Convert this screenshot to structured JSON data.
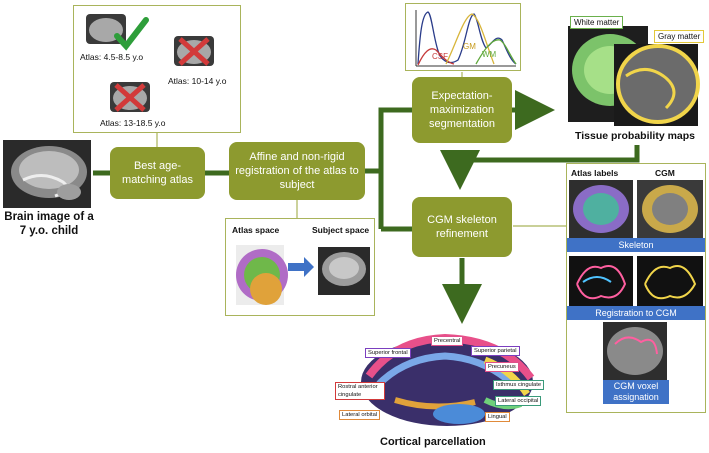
{
  "nodes": {
    "best_atlas": "Best age-matching atlas",
    "registration": "Affine and non-rigid registration of the atlas to subject",
    "em": "Expectation-maximization segmentation",
    "cgm": "CGM skeleton refinement"
  },
  "input": {
    "label": "Brain image of a 7 y.o. child"
  },
  "atlas_choices": {
    "a1": "Atlas: 4.5-8.5 y.o",
    "a2": "Atlas: 10-14 y.o",
    "a3": "Atlas: 13-18.5 y.o"
  },
  "registration_inset": {
    "atlas_space": "Atlas space",
    "subject_space": "Subject space"
  },
  "histogram": {
    "csf": "CSF",
    "gm": "GM",
    "wm": "WM"
  },
  "tissue": {
    "white": "White matter",
    "gray": "Gray matter",
    "caption": "Tissue probability maps"
  },
  "cgm_panel": {
    "atlas_labels": "Atlas labels",
    "cgm": "CGM",
    "skeleton": "Skeleton",
    "registration_cgm": "Registration to CGM",
    "voxel": "CGM voxel assignation"
  },
  "parcellation": {
    "caption": "Cortical parcellation",
    "regions": {
      "precentral": "Precentral",
      "superior_frontal": "Superior frontal",
      "superior_parietal": "Superior parietal",
      "precuneus": "Precuneus",
      "rostral_anterior": "Rostral anterior cingulate",
      "isthmus": "Isthmus cingulate",
      "lateral_occipital": "Lateral occipital",
      "lateral_orbital": "Lateral orbital",
      "lingual": "Lingual"
    }
  },
  "colors": {
    "node": "#8d9a2f",
    "arrow": "#3d6a1f",
    "frame": "#a9b45b",
    "blue": "#3f72c6"
  }
}
